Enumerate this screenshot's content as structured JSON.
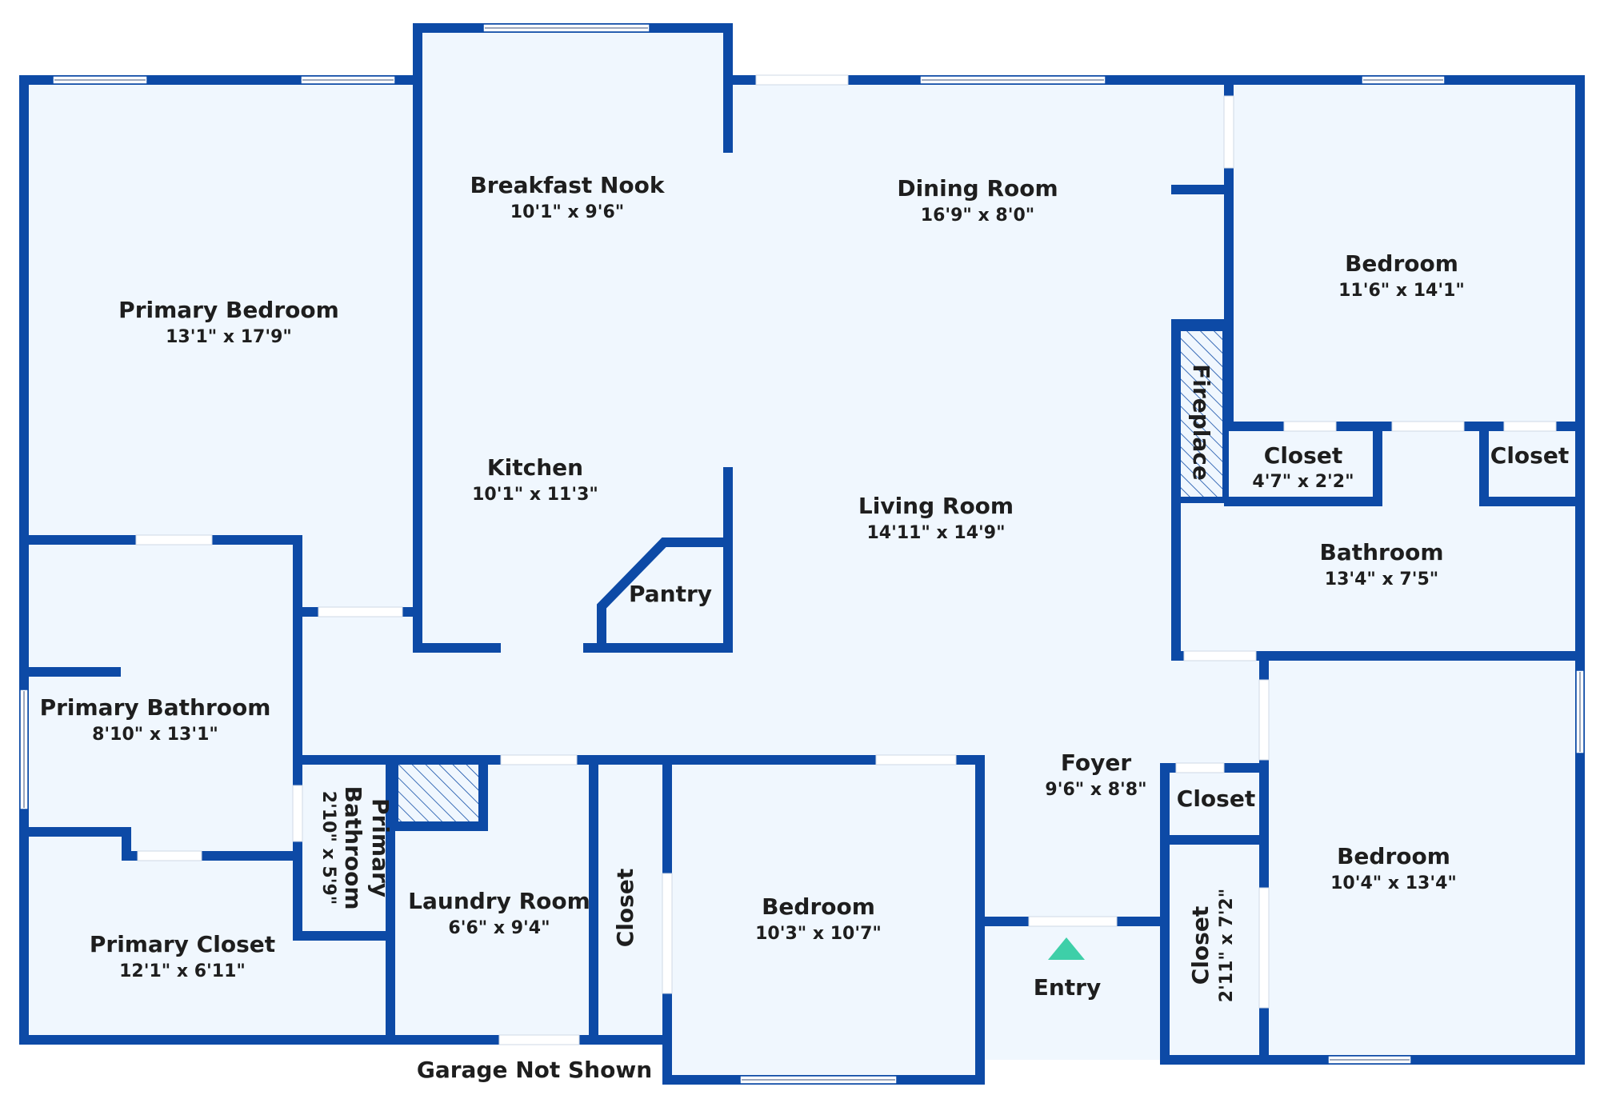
{
  "plan": {
    "colors": {
      "wall": "#0d4aa6",
      "floor": "#f0f7fe",
      "entry_marker": "#3ecfa8",
      "text": "#1e1e1e"
    },
    "rooms": {
      "primary_bedroom": {
        "name": "Primary Bedroom",
        "dims": "13'1\" x 17'9\""
      },
      "breakfast_nook": {
        "name": "Breakfast Nook",
        "dims": "10'1\" x 9'6\""
      },
      "dining_room": {
        "name": "Dining Room",
        "dims": "16'9\" x 8'0\""
      },
      "bedroom_ne": {
        "name": "Bedroom",
        "dims": "11'6\" x 14'1\""
      },
      "kitchen": {
        "name": "Kitchen",
        "dims": "10'1\" x 11'3\""
      },
      "pantry": {
        "name": "Pantry"
      },
      "living_room": {
        "name": "Living Room",
        "dims": "14'11\" x 14'9\""
      },
      "fireplace": {
        "name": "Fireplace"
      },
      "closet_ne_1": {
        "name": "Closet",
        "dims": "4'7\" x 2'2\""
      },
      "closet_ne_2": {
        "name": "Closet"
      },
      "bathroom": {
        "name": "Bathroom",
        "dims": "13'4\" x 7'5\""
      },
      "primary_bathroom": {
        "name": "Primary Bathroom",
        "dims": "8'10\" x 13'1\""
      },
      "primary_bathroom_small": {
        "name_line1": "Primary",
        "name_line2": "Bathroom",
        "dims": "2'10\" x 5'9\""
      },
      "foyer": {
        "name": "Foyer",
        "dims": "9'6\" x 8'8\""
      },
      "closet_foyer": {
        "name": "Closet"
      },
      "bedroom_se": {
        "name": "Bedroom",
        "dims": "10'4\" x 13'4\""
      },
      "laundry_room": {
        "name": "Laundry Room",
        "dims": "6'6\" x 9'4\""
      },
      "closet_hall": {
        "name": "Closet"
      },
      "bedroom_s": {
        "name": "Bedroom",
        "dims": "10'3\" x 10'7\""
      },
      "primary_closet": {
        "name": "Primary Closet",
        "dims": "12'1\" x 6'11\""
      },
      "closet_se": {
        "name": "Closet",
        "dims": "2'11\" x 7'2\""
      }
    },
    "entry_label": "Entry",
    "garage_note": "Garage Not Shown"
  }
}
